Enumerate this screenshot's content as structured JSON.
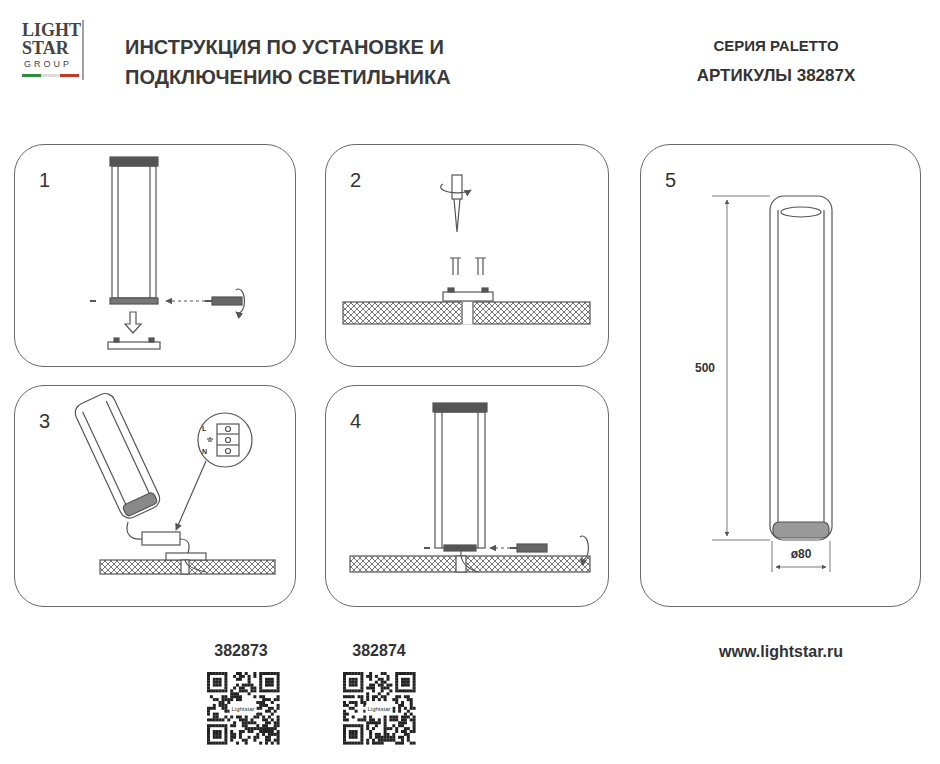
{
  "diagram": {
    "title": "ИНСТРУКЦИЯ ПО УСТАНОВКЕ И ПОДКЛЮЧЕНИЮ СВЕТИЛЬНИКА",
    "nodes": [
      {
        "text": [
          "1"
        ]
      },
      {
        "text": [
          "2"
        ]
      },
      {
        "text": [
          "3"
        ]
      },
      {
        "text": [
          "4"
        ]
      },
      {
        "text": [
          "5"
        ]
      }
    ],
    "labels": [
      "LIGHT",
      "STAR",
      "GROUP",
      "СЕРИЯ PALETTO",
      "АРТИКУЛЫ 38287X",
      "L",
      "N",
      "500",
      "ø80",
      "382873",
      "382874",
      "Lightstar",
      "Lightstar",
      "www.lightstar.ru"
    ]
  }
}
